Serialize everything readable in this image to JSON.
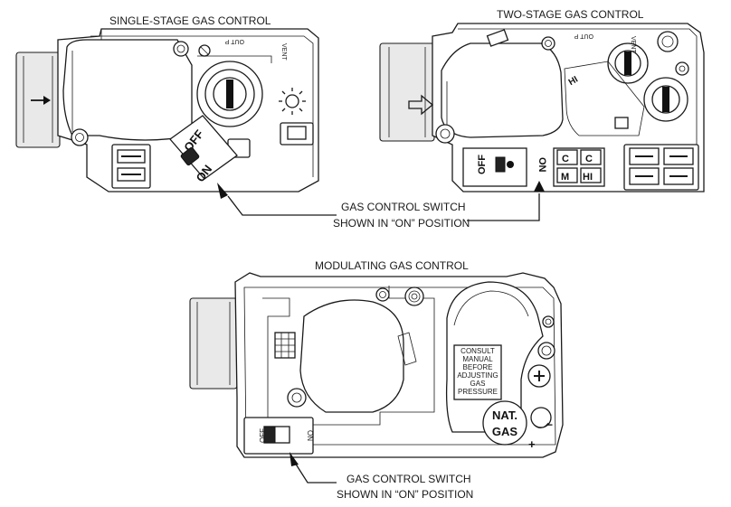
{
  "captions": {
    "single_stage_title": "SINGLE-STAGE GAS CONTROL",
    "two_stage_title": "TWO-STAGE GAS CONTROL",
    "modulating_title": "MODULATING  GAS CONTROL",
    "callout_top_line1": "GAS CONTROL SWITCH",
    "callout_top_line2": "SHOWN IN “ON” POSITION",
    "callout_bottom_line1": "GAS CONTROL SWITCH",
    "callout_bottom_line2": "SHOWN IN “ON” POSITION"
  },
  "single_stage": {
    "vent": "VENT",
    "out_p": "OUT P",
    "off": "OFF",
    "on": "ON"
  },
  "two_stage": {
    "vent": "VENT",
    "out_p": "OUT P",
    "hi_knob": "HI",
    "off": "OFF",
    "on": "ON",
    "term_c1": "C",
    "term_c2": "C",
    "term_m": "M",
    "term_hi": "HI"
  },
  "modulating": {
    "consult_lines": [
      "CONSULT",
      "MANUAL",
      "BEFORE",
      "ADJUSTING",
      "GAS",
      "PRESSURE"
    ],
    "nat_line1": "NAT.",
    "nat_line2": "GAS",
    "off": "OFF",
    "on": "ON",
    "minus": "−",
    "plus": "+"
  }
}
